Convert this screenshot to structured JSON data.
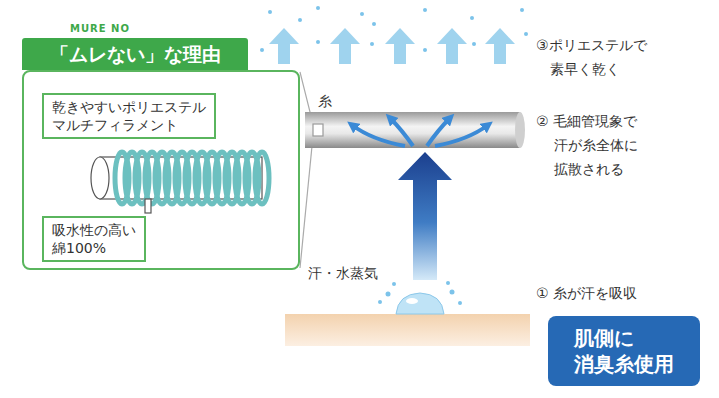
{
  "diagram": {
    "nodes": [
      {
        "text": [
          "「ムレない」な理由"
        ]
      },
      {
        "text": [
          "乾きやすいポリエステル マルチフィラメント"
        ],
        "in": 0
      },
      {
        "text": [
          "吸水性の高い 綿100%"
        ],
        "in": 0
      },
      {
        "text": [
          "肌側に 消臭糸使用"
        ]
      }
    ],
    "labels": [
      "MURE NO",
      "糸",
      "③ポリエステルで 素早く乾く",
      "② 毛細管現象で 汗が糸全体に 拡散される",
      "汗・水蒸気",
      "① 糸が汗を吸収"
    ]
  }
}
